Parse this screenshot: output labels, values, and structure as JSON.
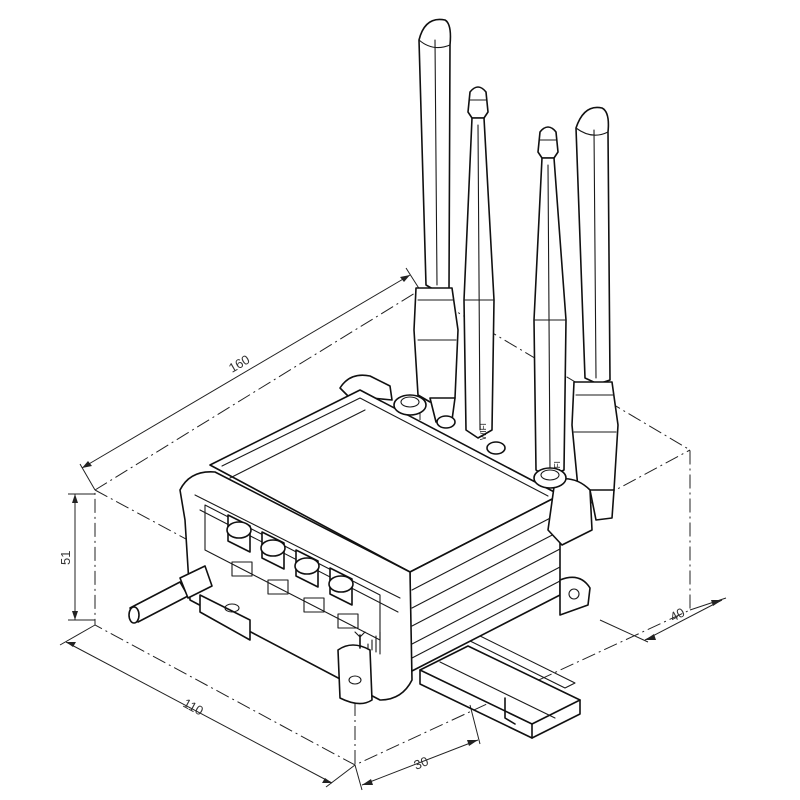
{
  "dimensions": {
    "length": "160",
    "width": "110",
    "height": "51",
    "rail_offset": "30",
    "rail_depth": "40"
  },
  "labels": {
    "wifi_left": "WIFI",
    "wifi_right": "WIFI"
  },
  "icons": [
    "signal-icon",
    "port-icon"
  ]
}
